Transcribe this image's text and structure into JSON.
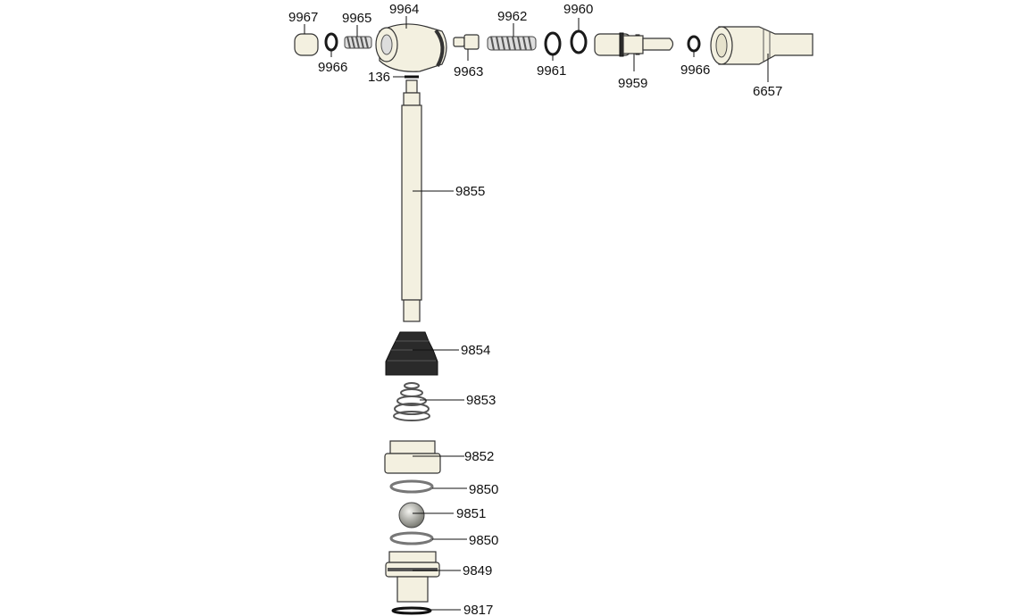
{
  "title": "Exploded parts diagram",
  "parts": [
    {
      "label": "9967"
    },
    {
      "label": "9966"
    },
    {
      "label": "9965"
    },
    {
      "label": "9964"
    },
    {
      "label": "136"
    },
    {
      "label": "9963"
    },
    {
      "label": "9962"
    },
    {
      "label": "9961"
    },
    {
      "label": "9960"
    },
    {
      "label": "9959"
    },
    {
      "label": "9966"
    },
    {
      "label": "6657"
    },
    {
      "label": "9855"
    },
    {
      "label": "9854"
    },
    {
      "label": "9853"
    },
    {
      "label": "9852"
    },
    {
      "label": "9850"
    },
    {
      "label": "9851"
    },
    {
      "label": "9850"
    },
    {
      "label": "9849"
    },
    {
      "label": "9817"
    }
  ]
}
